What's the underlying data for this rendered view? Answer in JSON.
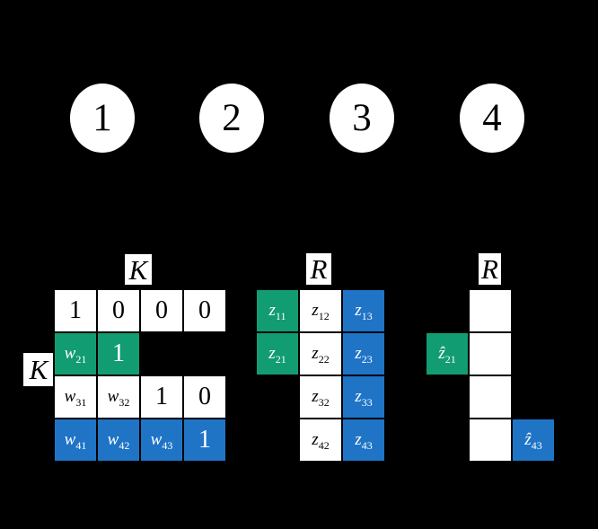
{
  "colors": {
    "background": "#000000",
    "node-fill": "#ffffff",
    "white-cell": "#ffffff",
    "green": "#129c72",
    "blue": "#1f74c6",
    "cell-border": "#000000"
  },
  "nodes": [
    {
      "label": "1"
    },
    {
      "label": "2"
    },
    {
      "label": "3"
    },
    {
      "label": "4"
    }
  ],
  "matrices": {
    "k": {
      "top_label": "K",
      "left_label": "K",
      "cells": [
        {
          "r": 0,
          "c": 0,
          "color": "white",
          "base": "1",
          "sub": ""
        },
        {
          "r": 0,
          "c": 1,
          "color": "white",
          "base": "0",
          "sub": ""
        },
        {
          "r": 0,
          "c": 2,
          "color": "white",
          "base": "0",
          "sub": ""
        },
        {
          "r": 0,
          "c": 3,
          "color": "white",
          "base": "0",
          "sub": ""
        },
        {
          "r": 1,
          "c": 0,
          "color": "green",
          "base": "w",
          "sub": "21"
        },
        {
          "r": 1,
          "c": 1,
          "color": "green",
          "base": "1",
          "sub": ""
        },
        {
          "r": 2,
          "c": 0,
          "color": "white",
          "base": "w",
          "sub": "31"
        },
        {
          "r": 2,
          "c": 1,
          "color": "white",
          "base": "w",
          "sub": "32"
        },
        {
          "r": 2,
          "c": 2,
          "color": "white",
          "base": "1",
          "sub": ""
        },
        {
          "r": 2,
          "c": 3,
          "color": "white",
          "base": "0",
          "sub": ""
        },
        {
          "r": 3,
          "c": 0,
          "color": "blue",
          "base": "w",
          "sub": "41"
        },
        {
          "r": 3,
          "c": 1,
          "color": "blue",
          "base": "w",
          "sub": "42"
        },
        {
          "r": 3,
          "c": 2,
          "color": "blue",
          "base": "w",
          "sub": "43"
        },
        {
          "r": 3,
          "c": 3,
          "color": "blue",
          "base": "1",
          "sub": ""
        }
      ]
    },
    "r": {
      "top_label": "R",
      "cells": [
        {
          "r": 0,
          "c": 0,
          "color": "green",
          "base": "z",
          "sub": "11"
        },
        {
          "r": 0,
          "c": 1,
          "color": "white",
          "base": "z",
          "sub": "12"
        },
        {
          "r": 0,
          "c": 2,
          "color": "blue",
          "base": "z",
          "sub": "13"
        },
        {
          "r": 1,
          "c": 0,
          "color": "green",
          "base": "z",
          "sub": "21"
        },
        {
          "r": 1,
          "c": 1,
          "color": "white",
          "base": "z",
          "sub": "22"
        },
        {
          "r": 1,
          "c": 2,
          "color": "blue",
          "base": "z",
          "sub": "23"
        },
        {
          "r": 2,
          "c": 1,
          "color": "white",
          "base": "z",
          "sub": "32"
        },
        {
          "r": 2,
          "c": 2,
          "color": "blue",
          "base": "z",
          "sub": "33"
        },
        {
          "r": 3,
          "c": 1,
          "color": "white",
          "base": "z",
          "sub": "42"
        },
        {
          "r": 3,
          "c": 2,
          "color": "blue",
          "base": "z",
          "sub": "43"
        }
      ]
    },
    "rhat": {
      "top_label": "R",
      "cells": [
        {
          "r": 0,
          "c": 1,
          "color": "white",
          "base": "",
          "sub": ""
        },
        {
          "r": 1,
          "c": 0,
          "color": "green",
          "base": "ẑ",
          "sub": "21"
        },
        {
          "r": 1,
          "c": 1,
          "color": "white",
          "base": "",
          "sub": ""
        },
        {
          "r": 2,
          "c": 1,
          "color": "white",
          "base": "",
          "sub": ""
        },
        {
          "r": 3,
          "c": 1,
          "color": "white",
          "base": "",
          "sub": ""
        },
        {
          "r": 3,
          "c": 2,
          "color": "blue",
          "base": "ẑ",
          "sub": "43"
        }
      ]
    }
  }
}
